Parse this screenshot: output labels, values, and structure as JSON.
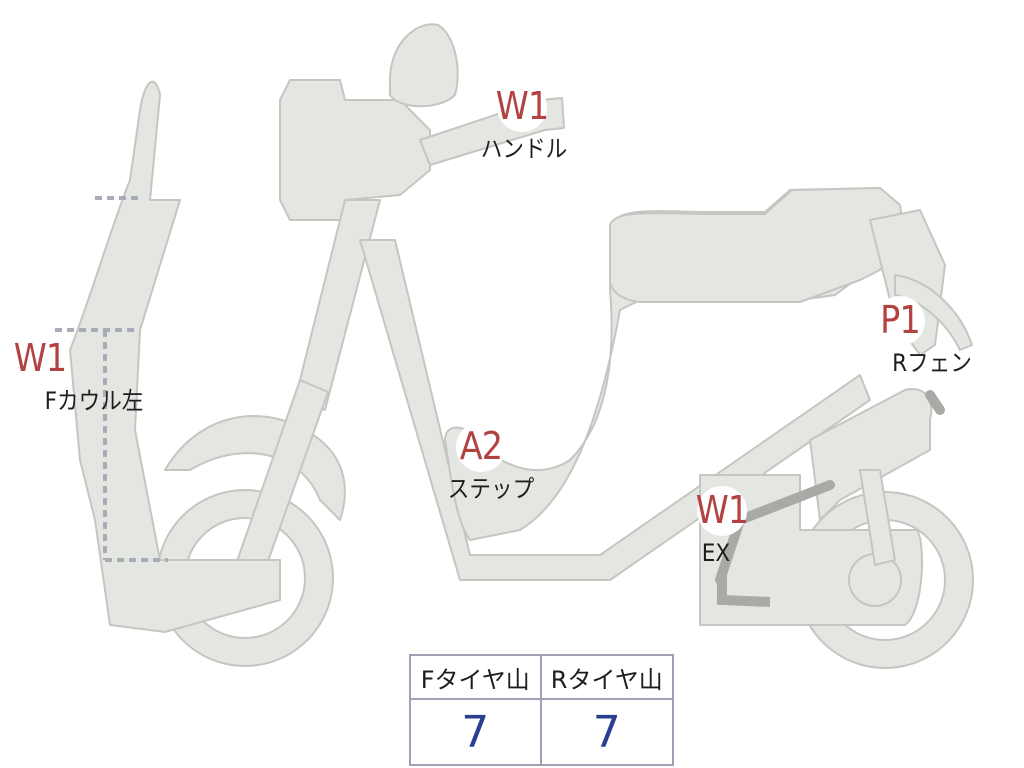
{
  "colors": {
    "body_fill": "#e4e6e1",
    "outline": "#c4c6c2",
    "marker_text": "#b34242",
    "value_text": "#2a3f8f",
    "grid": "#9ea1b4"
  },
  "icons": {
    "vehicle": "scooter-illustration"
  },
  "markers": [
    {
      "code": "W1",
      "label": "ハンドル"
    },
    {
      "code": "W1",
      "label": "Fカウル左"
    },
    {
      "code": "P1",
      "label": "Rフェン"
    },
    {
      "code": "A2",
      "label": "ステップ"
    },
    {
      "code": "W1",
      "label": "EX"
    }
  ],
  "table": {
    "headers": [
      "Fタイヤ山",
      "Rタイヤ山"
    ],
    "values": [
      "7",
      "7"
    ]
  }
}
